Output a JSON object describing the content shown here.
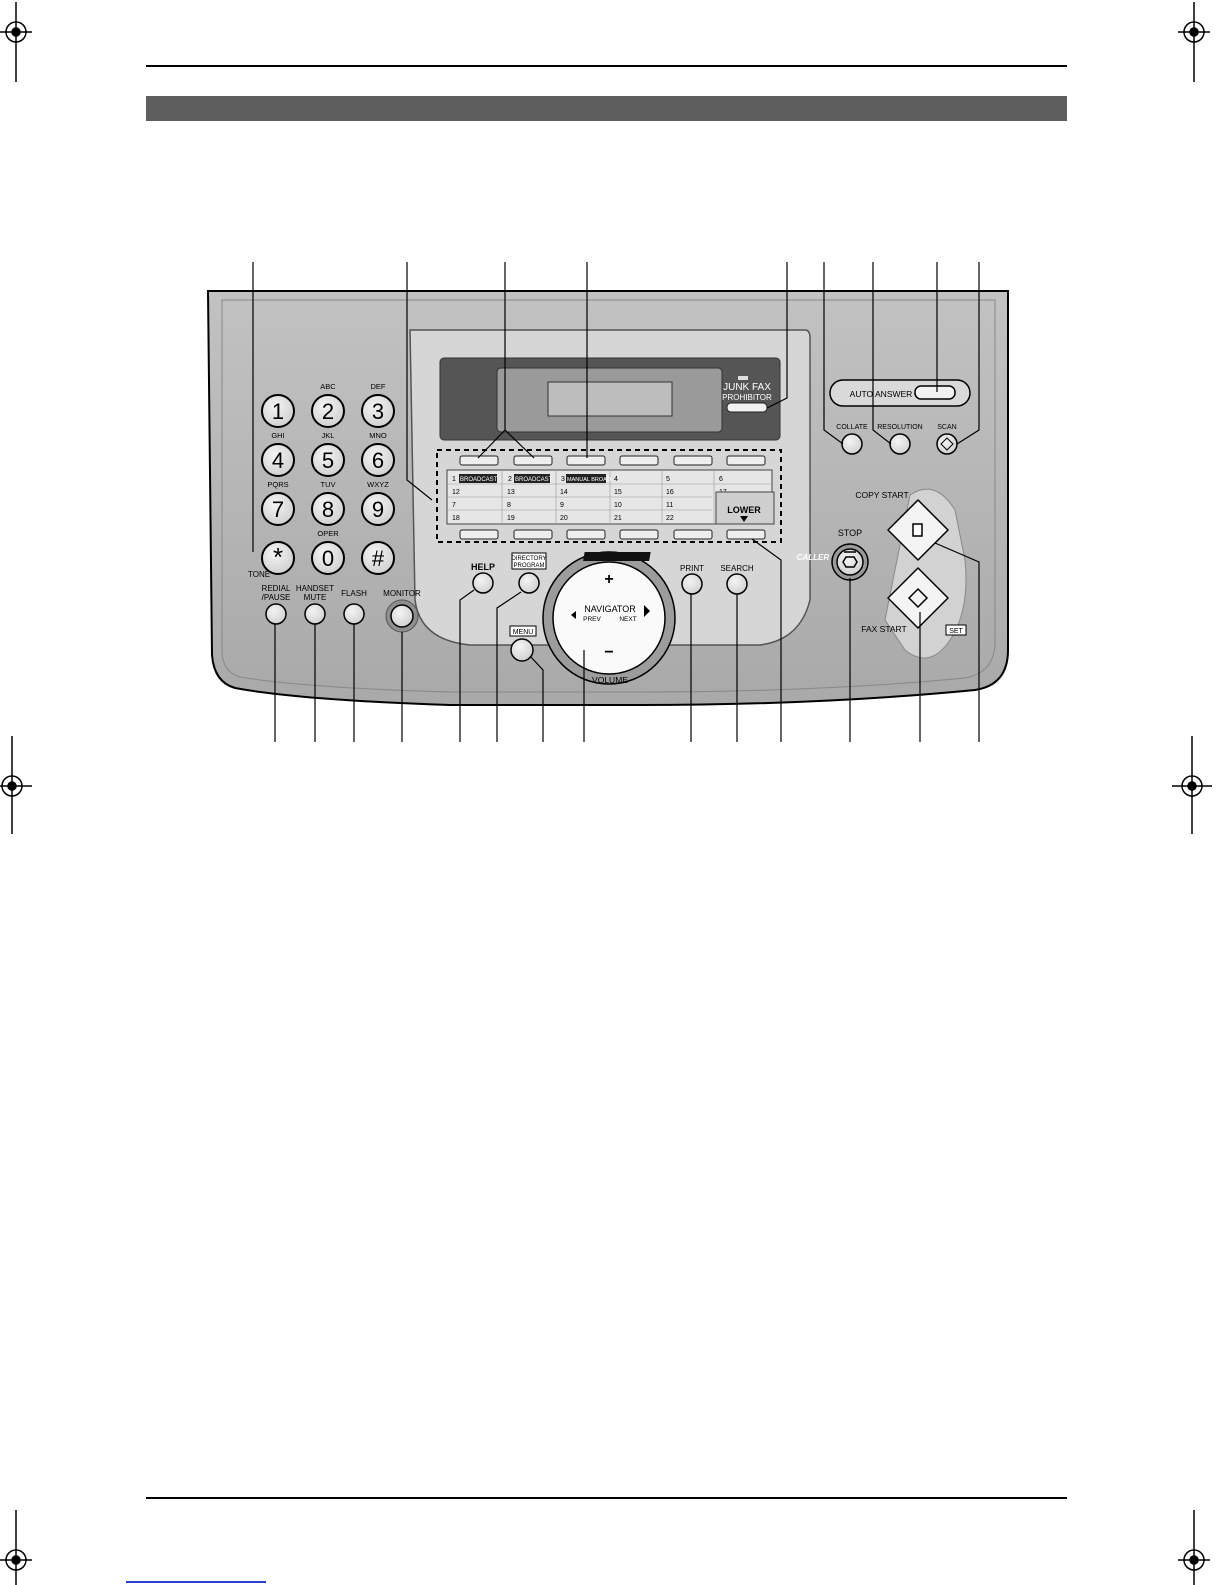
{
  "keypad": {
    "keys": [
      {
        "digit": "1",
        "letters": ""
      },
      {
        "digit": "2",
        "letters": "ABC"
      },
      {
        "digit": "3",
        "letters": "DEF"
      },
      {
        "digit": "4",
        "letters": "GHI"
      },
      {
        "digit": "5",
        "letters": "JKL"
      },
      {
        "digit": "6",
        "letters": "MNO"
      },
      {
        "digit": "7",
        "letters": "PQRS"
      },
      {
        "digit": "8",
        "letters": "TUV"
      },
      {
        "digit": "9",
        "letters": "WXYZ"
      },
      {
        "digit": "*",
        "letters": ""
      },
      {
        "digit": "0",
        "letters": "OPER"
      },
      {
        "digit": "#",
        "letters": ""
      }
    ],
    "tone_label": "TONE"
  },
  "buttons": {
    "redial_line1": "REDIAL",
    "redial_line2": "/PAUSE",
    "handset_line1": "HANDSET",
    "handset_line2": "MUTE",
    "flash": "FLASH",
    "monitor": "MONITOR",
    "help": "HELP",
    "directory_line1": "DIRECTORY",
    "directory_line2": "PROGRAM",
    "menu": "MENU",
    "navigator": "NAVIGATOR",
    "prev": "PREV",
    "next": "NEXT",
    "plus": "+",
    "minus": "−",
    "volume": "VOLUME",
    "caller_id": "CALLER ID",
    "print": "PRINT",
    "search": "SEARCH",
    "junk_line1": "JUNK FAX",
    "junk_line2": "PROHIBITOR",
    "auto_answer": "AUTO ANSWER",
    "collate": "COLLATE",
    "resolution": "RESOLUTION",
    "scan": "SCAN",
    "copy_start": "COPY START",
    "stop": "STOP",
    "fax_start": "FAX START",
    "set": "SET",
    "lower": "LOWER"
  },
  "station_labels": {
    "row1": [
      "BROADCAST",
      "BROADCAST",
      "MANUAL BROAD",
      "4",
      "5",
      "6"
    ],
    "row1_nums": [
      "1",
      "2",
      "3"
    ],
    "row2": [
      "12",
      "13",
      "14",
      "15",
      "16",
      "17"
    ],
    "row3": [
      "7",
      "8",
      "9",
      "10",
      "11",
      ""
    ],
    "row4": [
      "18",
      "19",
      "20",
      "21",
      "22",
      ""
    ]
  }
}
